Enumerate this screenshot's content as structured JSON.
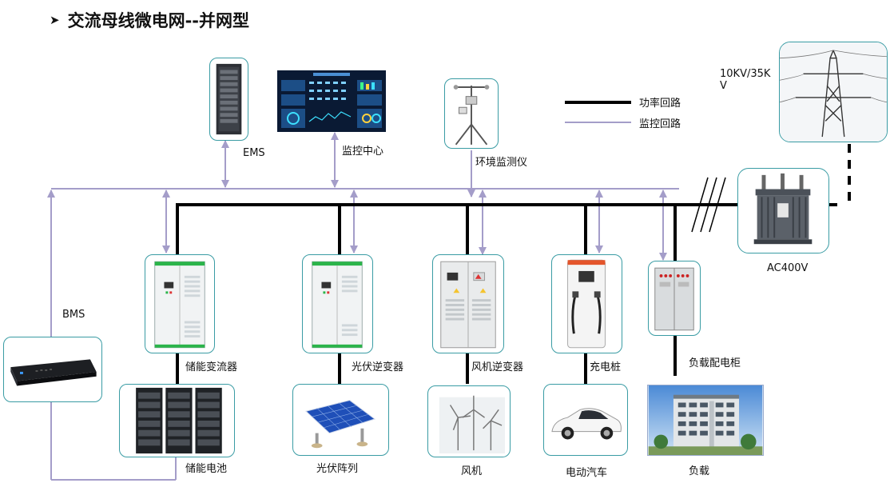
{
  "title": "交流母线微电网--并网型",
  "legend": {
    "power": "功率回路",
    "monitor": "监控回路"
  },
  "colors": {
    "power": "#000000",
    "monitor": "#a49dc9",
    "border": "#3a9ca4"
  },
  "labels": {
    "ems": "EMS",
    "monitor_center": "监控中心",
    "env_monitor": "环境监测仪",
    "grid_voltage": "10KV/35K\nV",
    "ac400": "AC400V",
    "bms": "BMS",
    "pcs": "储能变流器",
    "pv_inverter": "光伏逆变器",
    "wind_inverter": "风机逆变器",
    "charger": "充电桩",
    "load_cabinet": "负载配电柜",
    "battery": "储能电池",
    "pv_array": "光伏阵列",
    "wind_turbine": "风机",
    "ev": "电动汽车",
    "load": "负载"
  },
  "icons": [
    "ems-rack-icon",
    "dashboard-screen-icon",
    "weather-station-icon",
    "pylon-icon",
    "transformer-icon",
    "bms-device-icon",
    "pcs-cabinet-icon",
    "inverter-cabinet-icon",
    "wind-inverter-cabinet-icon",
    "charging-pile-icon",
    "distribution-cabinet-icon",
    "battery-rack-icon",
    "solar-panel-icon",
    "wind-turbine-icon",
    "electric-car-icon",
    "building-icon"
  ]
}
